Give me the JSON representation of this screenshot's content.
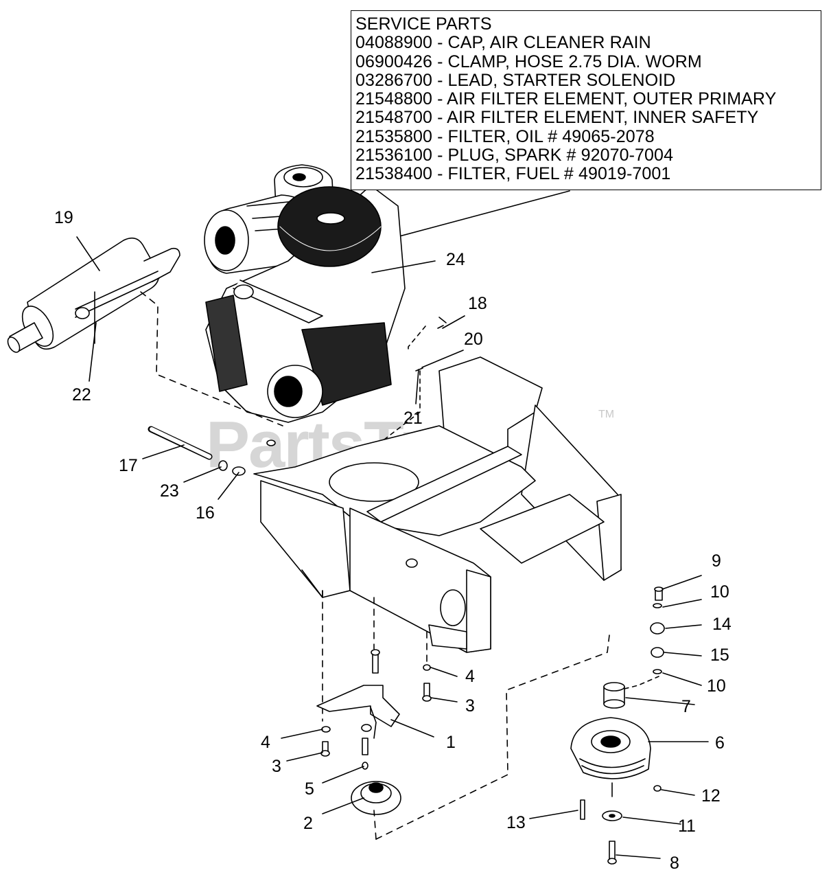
{
  "service_parts": {
    "heading": "SERVICE PARTS",
    "lines": [
      "04088900 - CAP, AIR CLEANER RAIN",
      "06900426 - CLAMP, HOSE 2.75 DIA. WORM",
      "03286700 - LEAD, STARTER SOLENOID",
      "21548800 - AIR FILTER ELEMENT, OUTER PRIMARY",
      "21548700 - AIR FILTER ELEMENT, INNER SAFETY",
      "21535800 - FILTER, OIL # 49065-2078",
      "21536100 - PLUG, SPARK # 92070-7004",
      "21538400 - FILTER, FUEL # 49019-7001"
    ]
  },
  "watermark": {
    "text": "PartsTree",
    "trademark": "TM"
  },
  "callouts": {
    "c1": "1",
    "c2": "2",
    "c3a": "3",
    "c3b": "3",
    "c4a": "4",
    "c4b": "4",
    "c5": "5",
    "c6": "6",
    "c7": "7",
    "c8": "8",
    "c9": "9",
    "c10a": "10",
    "c10b": "10",
    "c11": "11",
    "c12": "12",
    "c13": "13",
    "c14": "14",
    "c15": "15",
    "c16": "16",
    "c17": "17",
    "c18": "18",
    "c19": "19",
    "c20": "20",
    "c21": "21",
    "c22": "22",
    "c23": "23",
    "c24": "24"
  }
}
